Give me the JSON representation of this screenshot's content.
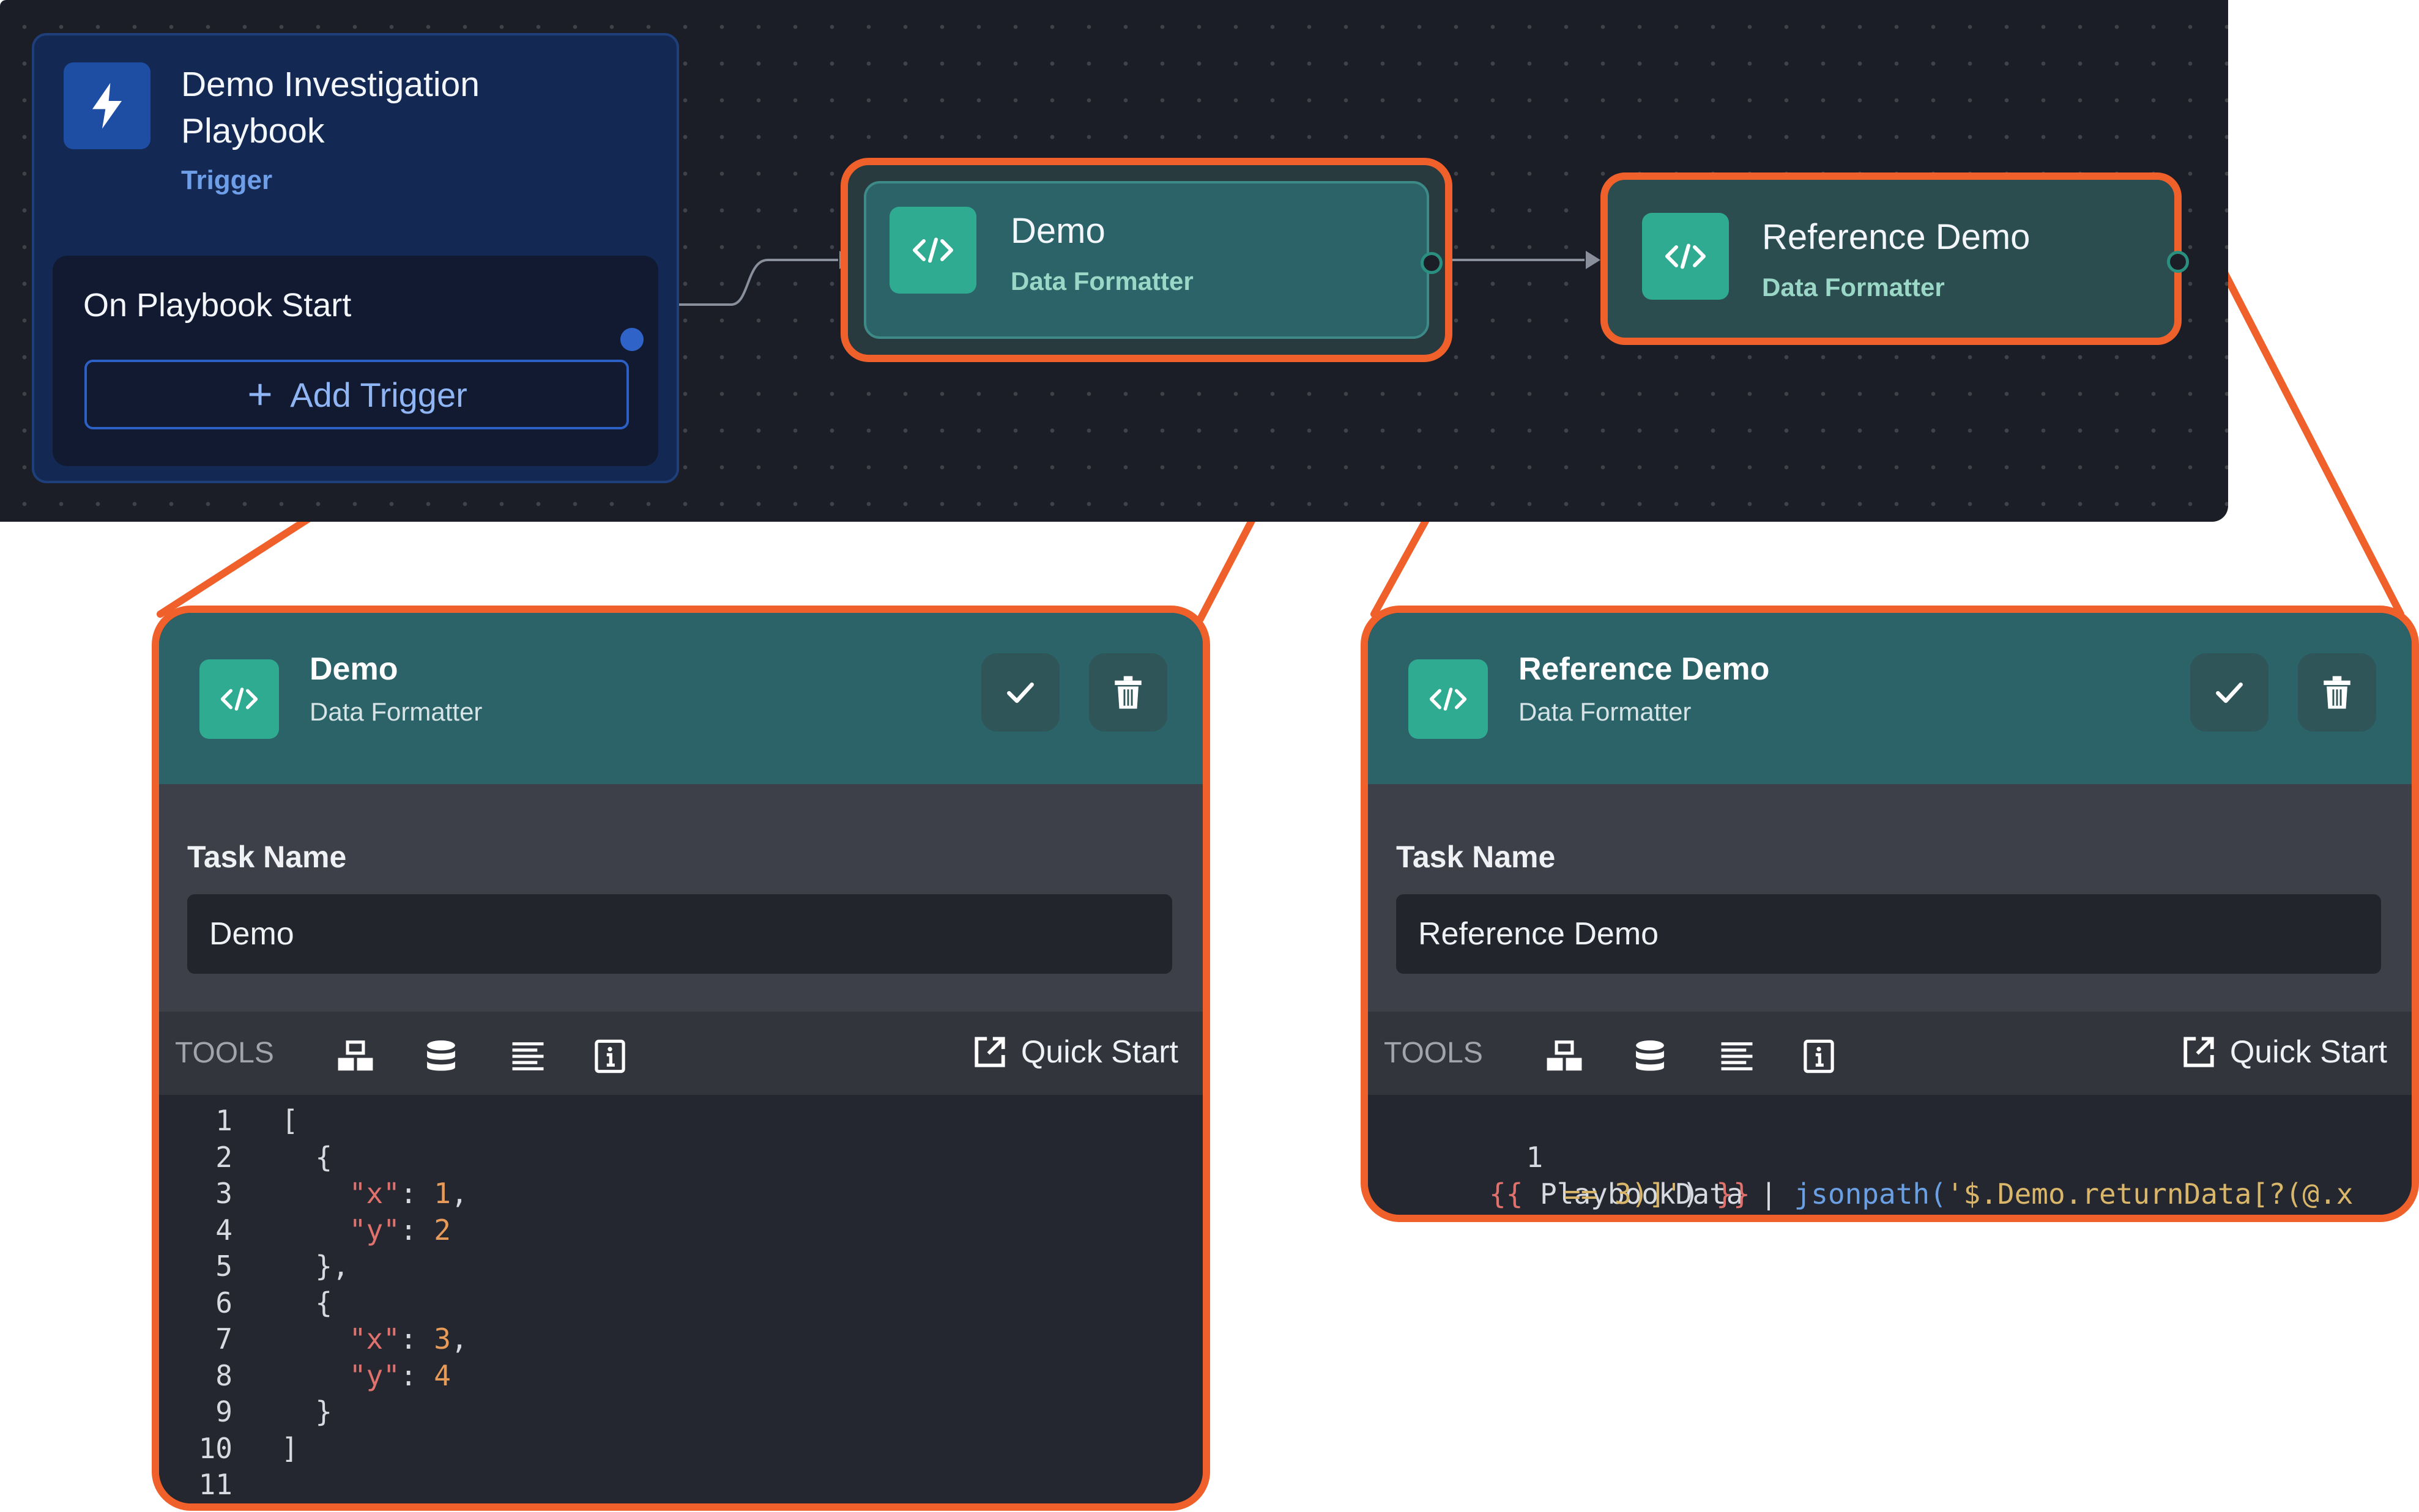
{
  "trigger": {
    "title": "Demo Investigation Playbook",
    "subtitle": "Trigger",
    "event": "On Playbook Start",
    "add_trigger_label": "Add Trigger",
    "add_icon": "plus-icon",
    "icon": "lightning-icon"
  },
  "nodes": [
    {
      "title": "Demo",
      "subtitle": "Data Formatter",
      "icon": "code-icon"
    },
    {
      "title": "Reference Demo",
      "subtitle": "Data Formatter",
      "icon": "code-icon"
    }
  ],
  "panels": [
    {
      "title": "Demo",
      "subtitle": "Data Formatter",
      "task_name_label": "Task Name",
      "task_name_value": "Demo",
      "tools_label": "TOOLS",
      "quick_start_label": "Quick Start",
      "line_numbers": [
        "1",
        "2",
        "3",
        "4",
        "5",
        "6",
        "7",
        "8",
        "9",
        "10",
        "11"
      ]
    },
    {
      "title": "Reference Demo",
      "subtitle": "Data Formatter",
      "task_name_label": "Task Name",
      "task_name_value": "Reference Demo",
      "tools_label": "TOOLS",
      "quick_start_label": "Quick Start",
      "line_numbers": [
        "1",
        "2"
      ]
    }
  ],
  "code_demo": [
    "[",
    "  {",
    "    \"x\": 1,",
    "    \"y\": 2",
    "  },",
    "  {",
    "    \"x\": 3,",
    "    \"y\": 4",
    "  }",
    "]",
    ""
  ],
  "code_reference": {
    "open": "{{",
    "var": "PlaybookData",
    "pipe": "|",
    "func": "jsonpath(",
    "arg_line1": "'$.Demo.returnData[?(@.x",
    "arg_line2": "== 3)]'",
    "close_paren": ")",
    "close": "}}"
  },
  "colors": {
    "accent_orange": "#f0602b",
    "teal_header": "#2b6369",
    "teal_icon": "#2fab91",
    "trigger_blue": "#1e4ea3"
  }
}
